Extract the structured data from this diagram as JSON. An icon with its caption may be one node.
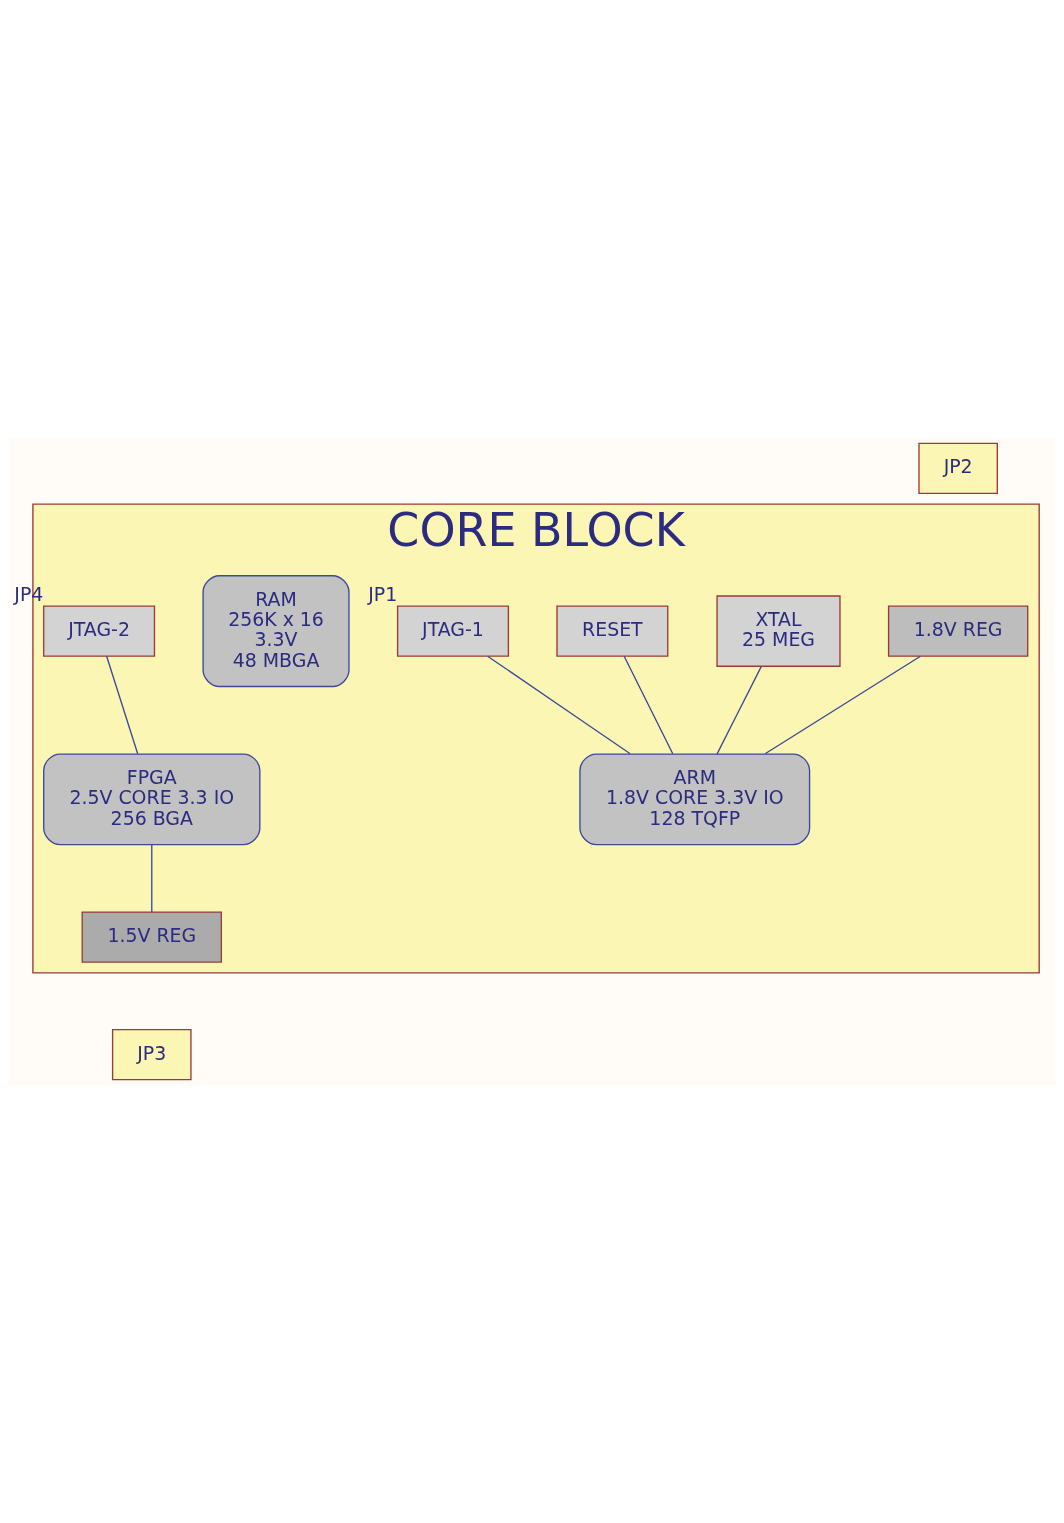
{
  "diagram": {
    "nodes": [
      {
        "text": [
          "CORE BLOCK"
        ]
      },
      {
        "text": [
          "JP2"
        ]
      },
      {
        "text": [
          "1.8V REG"
        ],
        "in": 0
      },
      {
        "text": [
          "XTAL",
          "25 MEG"
        ],
        "in": 0
      },
      {
        "text": [
          "RESET"
        ],
        "in": 0
      },
      {
        "text": [
          "ARM",
          "1.8V CORE 3.3V IO",
          "128 TQFP"
        ],
        "in": 0
      },
      {
        "text": [
          "JTAG-1"
        ],
        "in": 0,
        "beside": [
          "JP1"
        ]
      },
      {
        "text": [
          "RAM",
          "256K x 16",
          "3.3V",
          "48 MBGA"
        ],
        "in": 0
      },
      {
        "text": [
          "FPGA",
          "2.5V CORE 3.3 IO",
          "256 BGA"
        ],
        "in": 0
      },
      {
        "text": [
          "JTAG-2"
        ],
        "in": 0,
        "beside": [
          "JP4"
        ]
      },
      {
        "text": [
          "1.5V REG"
        ],
        "in": 0
      },
      {
        "text": [
          "JP3"
        ]
      }
    ],
    "edges": [
      {
        "from": 2,
        "to": 5,
        "arrow": "none"
      },
      {
        "from": 3,
        "to": 5,
        "arrow": "none"
      },
      {
        "from": 4,
        "to": 5,
        "arrow": "none"
      },
      {
        "from": 6,
        "to": 5,
        "arrow": "none"
      },
      {
        "from": 9,
        "to": 8,
        "arrow": "none"
      },
      {
        "from": 8,
        "to": 10,
        "arrow": "none"
      }
    ]
  }
}
